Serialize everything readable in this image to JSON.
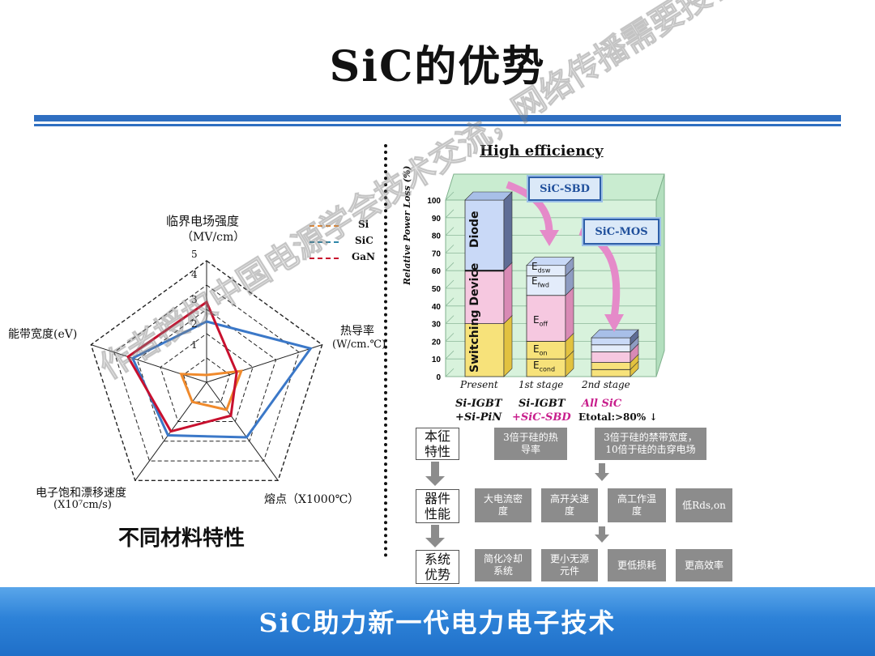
{
  "title": "SiC的优势",
  "footer": "SiC助力新一代电力电子技术",
  "watermark": "作者授权中国电源学会技术交流，网络传播需要授权，禁止转载©",
  "left": {
    "caption": "不同材料特性",
    "axes": [
      {
        "name": "临界电场强度",
        "unit": "（MV/cm）"
      },
      {
        "name": "热导率",
        "unit": "(W/cm.℃)"
      },
      {
        "name": "熔点（X1000℃）",
        "unit": ""
      },
      {
        "name": "电子饱和漂移速度",
        "unit": "(X10⁷cm/s)"
      },
      {
        "name": "能带宽度(eV)",
        "unit": ""
      }
    ],
    "ticks": [
      "1",
      "2",
      "3",
      "4",
      "5"
    ],
    "legend": [
      {
        "name": "Si",
        "color": "#f08a2c"
      },
      {
        "name": "SiC",
        "color": "#2e86a8"
      },
      {
        "name": "GaN",
        "color": "#c8102e"
      }
    ]
  },
  "chart_data": {
    "type": "radar",
    "categories": [
      "临界电场强度",
      "热导率",
      "熔点",
      "电子饱和漂移速度",
      "能带宽度"
    ],
    "range": [
      0,
      5
    ],
    "series": [
      {
        "name": "Si",
        "color": "#f08a2c",
        "values": [
          0.3,
          1.5,
          1.4,
          1.0,
          1.1
        ]
      },
      {
        "name": "SiC",
        "color": "#3b78c8",
        "values": [
          2.5,
          4.5,
          2.8,
          2.7,
          3.2
        ]
      },
      {
        "name": "GaN",
        "color": "#c8102e",
        "values": [
          3.3,
          1.3,
          1.7,
          2.5,
          3.4
        ]
      }
    ]
  },
  "right": {
    "chart_title": "High efficiency",
    "y_axis_label": "Relative Power Loss (%)",
    "y_ticks": [
      "0",
      "10",
      "20",
      "30",
      "40",
      "50",
      "60",
      "70",
      "80",
      "90",
      "100"
    ],
    "callouts": {
      "sbd": "SiC-SBD",
      "mos": "SiC-MOS"
    },
    "bar_labels": {
      "diode": "Diode",
      "switching": "Switching Device",
      "edsw": "E",
      "efwd": "E",
      "eoff": "E",
      "eon": "E",
      "econd": "E"
    },
    "bar_label_subs": {
      "edsw": "dsw",
      "efwd": "fwd",
      "eoff": "off",
      "eon": "on",
      "econd": "cond"
    },
    "stages": [
      "Present",
      "1st stage",
      "2nd stage"
    ],
    "configs": [
      [
        "Si-IGBT",
        "+Si-PiN"
      ],
      [
        "Si-IGBT",
        "+SiC-SBD"
      ],
      [
        "All SiC",
        "Etotal:>80% ↓"
      ]
    ],
    "relative_loss": [
      100,
      60,
      22
    ]
  },
  "flow": {
    "rows": [
      {
        "header": "本征\n特性",
        "items": [
          "3倍于硅的热\n导率",
          "3倍于硅的禁带宽度，\n10倍于硅的击穿电场"
        ]
      },
      {
        "header": "器件\n性能",
        "items": [
          "大电流密\n度",
          "高开关速\n度",
          "高工作温\n度",
          "低Rds,on"
        ]
      },
      {
        "header": "系统\n优势",
        "items": [
          "简化冷却\n系统",
          "更小无源\n元件",
          "更低损耗",
          "更高效率"
        ]
      }
    ]
  }
}
